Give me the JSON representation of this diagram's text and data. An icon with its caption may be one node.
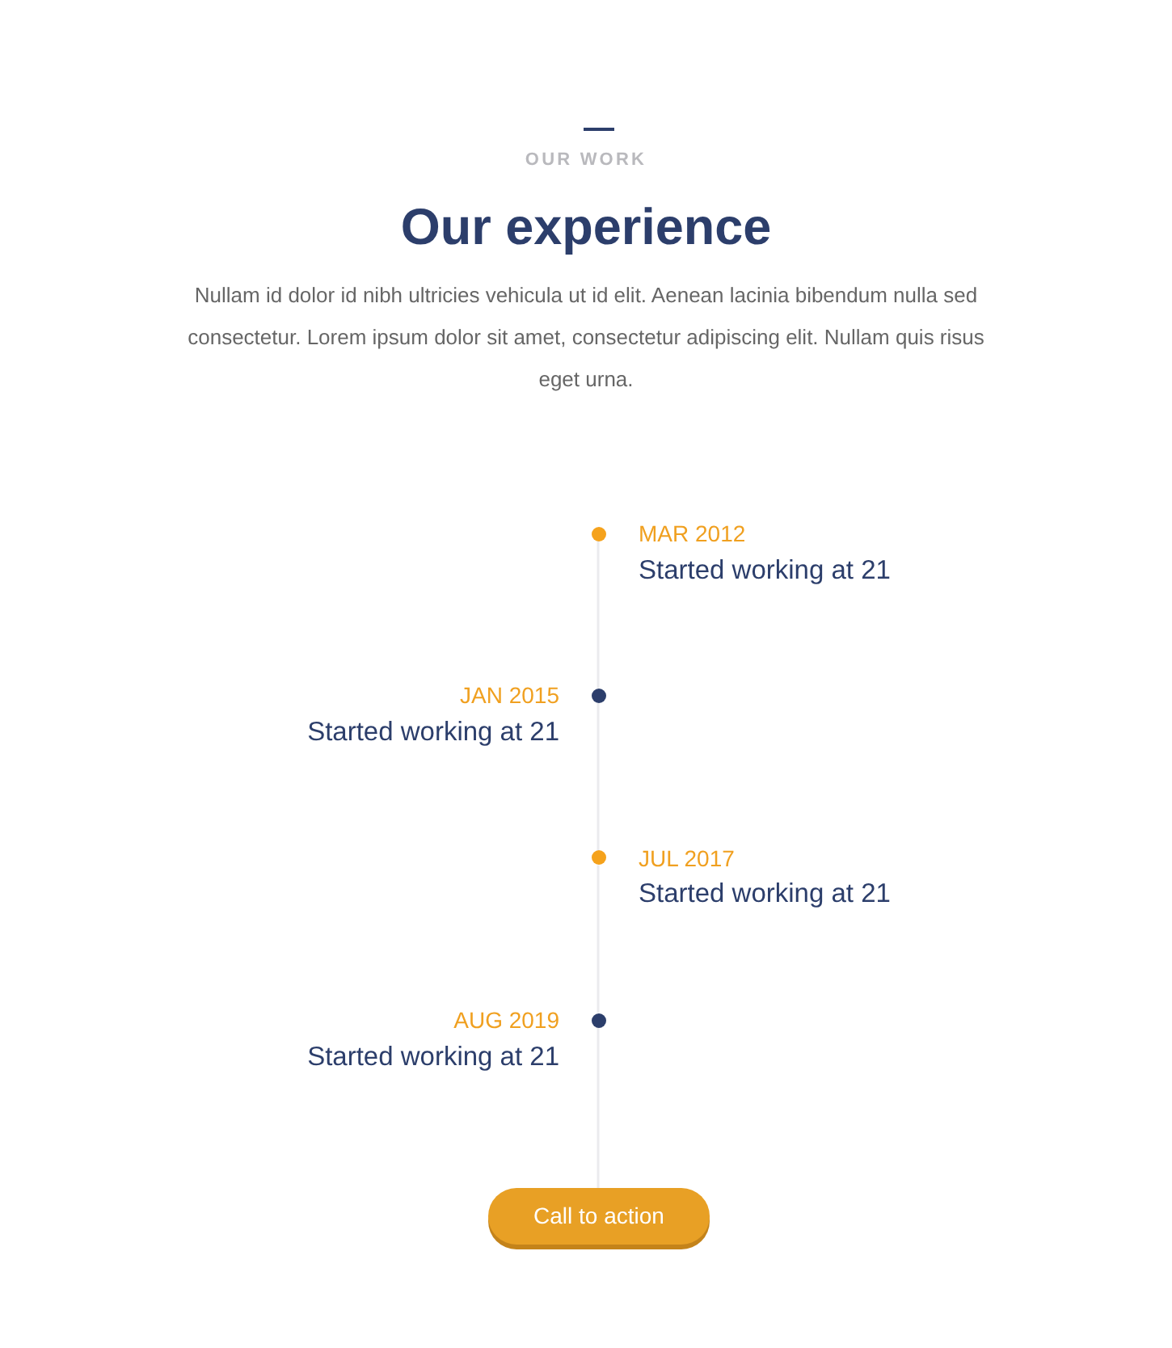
{
  "diagram": {
    "title": "Our experience",
    "nodes": [
      {
        "text": [],
        "shape": "circle",
        "beside": [
          "MAR 2012",
          "Started working at 21"
        ]
      },
      {
        "text": [],
        "shape": "circle",
        "beside": [
          "JAN 2015",
          "Started working at 21"
        ]
      },
      {
        "text": [],
        "shape": "circle",
        "beside": [
          "JUL 2017",
          "Started working at 21"
        ]
      },
      {
        "text": [],
        "shape": "circle",
        "beside": [
          "AUG 2019",
          "Started working at 21"
        ]
      },
      {
        "text": [
          "Call to action"
        ]
      }
    ],
    "edges": [
      {
        "from": 0,
        "to": 1,
        "arrow": "none"
      },
      {
        "from": 1,
        "to": 2,
        "arrow": "none"
      },
      {
        "from": 2,
        "to": 3,
        "arrow": "none"
      },
      {
        "from": 3,
        "to": 4,
        "arrow": "none"
      }
    ],
    "labels": [
      "OUR WORK",
      "Nullam id dolor id nibh ultricies vehicula ut id elit. Aenean lacinia bibendum nulla sed consectetur. Lorem ipsum dolor sit amet, consectetur adipiscing elit. Nullam quis risus eget urna."
    ]
  }
}
